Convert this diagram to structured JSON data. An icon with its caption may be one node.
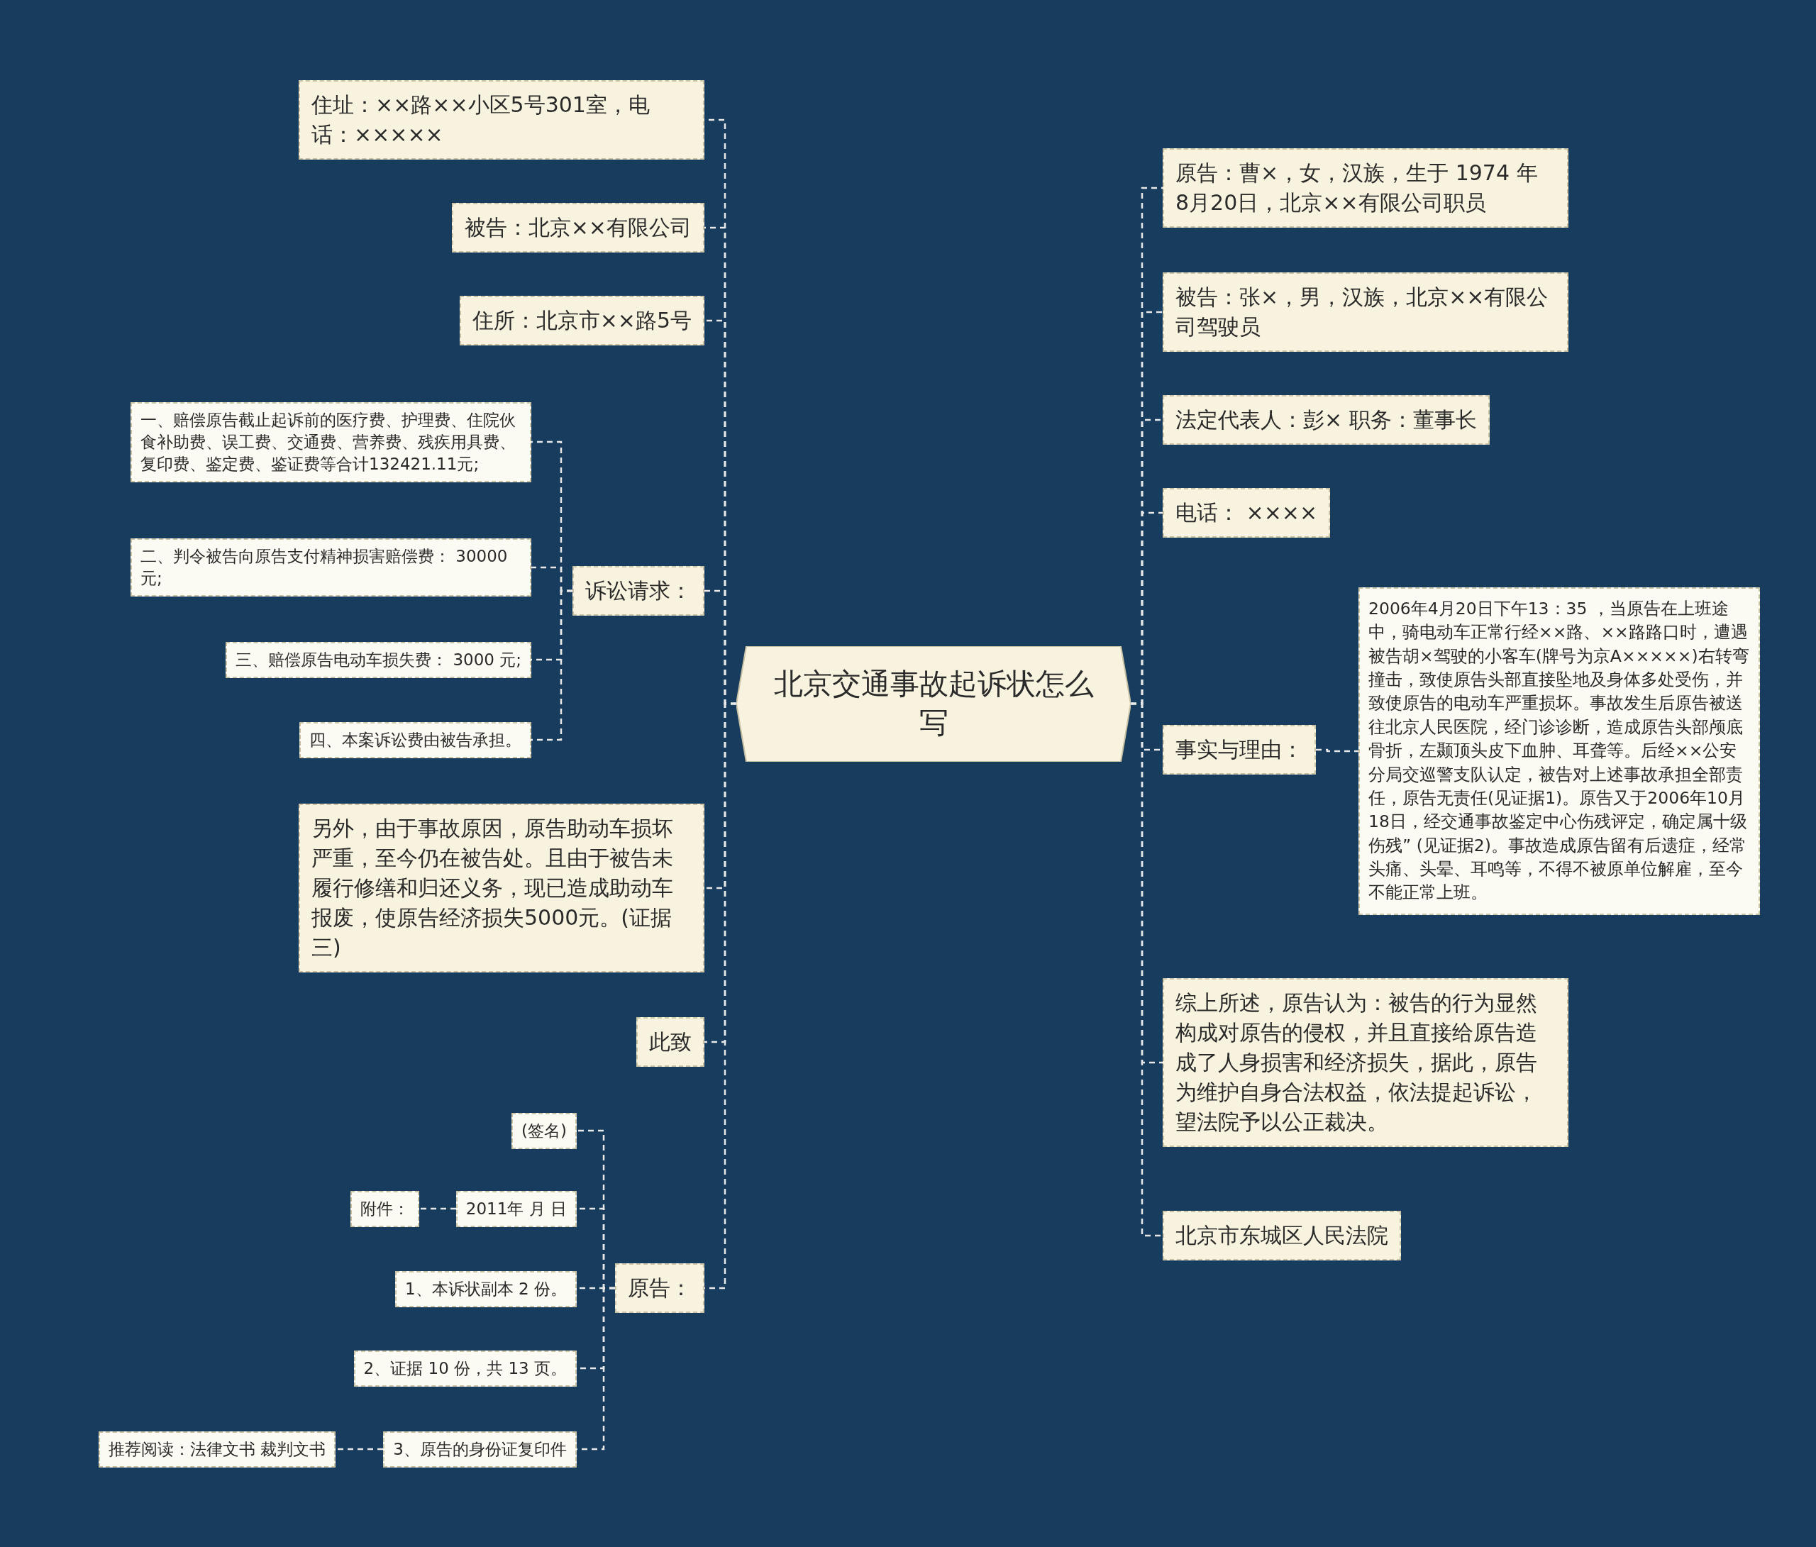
{
  "diagram": {
    "nodes": [
      {
        "text": [
          "北京交通事故起诉状怎么写"
        ]
      },
      {
        "text": [
          "住址：××路××小区5号301室，电话：×××××"
        ]
      },
      {
        "text": [
          "被告：北京××有限公司"
        ]
      },
      {
        "text": [
          "住所：北京市××路5号"
        ]
      },
      {
        "text": [
          "诉讼请求："
        ]
      },
      {
        "text": [
          "一、赔偿原告截止起诉前的医疗费、护理费、住院伙食补助费、误工费、交通费、营养费、残疾用具费、复印费、鉴定费、鉴证费等合计132421.11元;"
        ]
      },
      {
        "text": [
          "二、判令被告向原告支付精神损害赔偿费： 30000元;"
        ]
      },
      {
        "text": [
          "三、赔偿原告电动车损失费： 3000 元;"
        ]
      },
      {
        "text": [
          "四、本案诉讼费由被告承担。"
        ]
      },
      {
        "text": [
          "另外，由于事故原因，原告助动车损坏严重，至今仍在被告处。且由于被告未履行修缮和归还义务，现已造成助动车报废，使原告经济损失5000元。(证据三)"
        ]
      },
      {
        "text": [
          "此致"
        ]
      },
      {
        "text": [
          "原告："
        ]
      },
      {
        "text": [
          "(签名)"
        ]
      },
      {
        "text": [
          "2011年 月 日"
        ]
      },
      {
        "text": [
          "附件："
        ]
      },
      {
        "text": [
          "1、本诉状副本 2 份。"
        ]
      },
      {
        "text": [
          "2、证据 10 份，共 13 页。"
        ]
      },
      {
        "text": [
          "3、原告的身份证复印件"
        ]
      },
      {
        "text": [
          "推荐阅读：法律文书 裁判文书"
        ]
      },
      {
        "text": [
          "原告：曹×，女，汉族，生于 1974 年 8月20日，北京××有限公司职员"
        ]
      },
      {
        "text": [
          "被告：张×，男，汉族，北京××有限公司驾驶员"
        ]
      },
      {
        "text": [
          "法定代表人：彭× 职务：董事长"
        ]
      },
      {
        "text": [
          "电话： ××××"
        ]
      },
      {
        "text": [
          "事实与理由："
        ]
      },
      {
        "text": [
          "2006年4月20日下午13：35 ，当原告在上班途中，骑电动车正常行经××路、××路路口时，遭遇被告胡×驾驶的小客车(牌号为京A×××××)右转弯撞击，致使原告头部直接坠地及身体多处受伤，并致使原告的电动车严重损坏。事故发生后原告被送往北京人民医院，经门诊诊断，造成原告头部颅底骨折，左颞顶头皮下血肿、耳聋等。后经××公安分局交巡警支队认定，被告对上述事故承担全部责任，原告无责任(见证据1)。原告又于2006年10月18日，经交通事故鉴定中心伤残评定，确定属十级伤残” (见证据2)。事故造成原告留有后遗症，经常头痛、头晕、耳鸣等，不得不被原单位解雇，至今不能正常上班。"
        ]
      },
      {
        "text": [
          "综上所述，原告认为：被告的行为显然构成对原告的侵权，并且直接给原告造成了人身损害和经济损失，据此，原告为维护自身合法权益，依法提起诉讼，望法院予以公正裁决。"
        ]
      },
      {
        "text": [
          "北京市东城区人民法院"
        ]
      }
    ],
    "edges": [
      {
        "from": 0,
        "to": 1,
        "arrow": "none"
      },
      {
        "from": 0,
        "to": 2,
        "arrow": "none"
      },
      {
        "from": 0,
        "to": 3,
        "arrow": "none"
      },
      {
        "from": 0,
        "to": 4,
        "arrow": "none"
      },
      {
        "from": 4,
        "to": 5,
        "arrow": "none"
      },
      {
        "from": 4,
        "to": 6,
        "arrow": "none"
      },
      {
        "from": 4,
        "to": 7,
        "arrow": "none"
      },
      {
        "from": 4,
        "to": 8,
        "arrow": "none"
      },
      {
        "from": 0,
        "to": 9,
        "arrow": "none"
      },
      {
        "from": 0,
        "to": 10,
        "arrow": "none"
      },
      {
        "from": 0,
        "to": 11,
        "arrow": "none"
      },
      {
        "from": 11,
        "to": 12,
        "arrow": "none"
      },
      {
        "from": 11,
        "to": 13,
        "arrow": "none"
      },
      {
        "from": 13,
        "to": 14,
        "arrow": "none"
      },
      {
        "from": 11,
        "to": 15,
        "arrow": "none"
      },
      {
        "from": 11,
        "to": 16,
        "arrow": "none"
      },
      {
        "from": 11,
        "to": 17,
        "arrow": "none"
      },
      {
        "from": 17,
        "to": 18,
        "arrow": "none"
      },
      {
        "from": 0,
        "to": 19,
        "arrow": "none"
      },
      {
        "from": 0,
        "to": 20,
        "arrow": "none"
      },
      {
        "from": 0,
        "to": 21,
        "arrow": "none"
      },
      {
        "from": 0,
        "to": 22,
        "arrow": "none"
      },
      {
        "from": 0,
        "to": 23,
        "arrow": "none"
      },
      {
        "from": 23,
        "to": 24,
        "arrow": "none"
      },
      {
        "from": 0,
        "to": 25,
        "arrow": "none"
      },
      {
        "from": 0,
        "to": 26,
        "arrow": "none"
      }
    ]
  }
}
